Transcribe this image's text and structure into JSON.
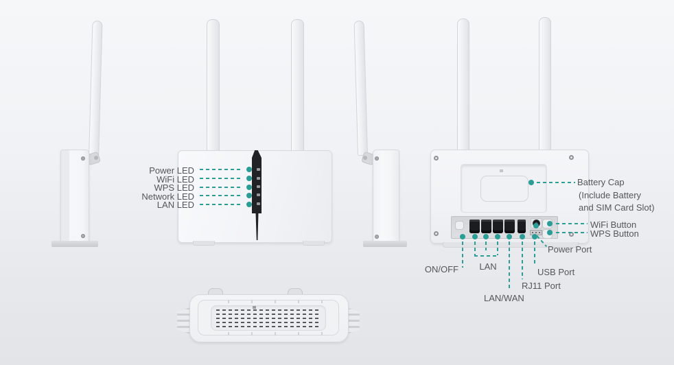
{
  "accent_color": "#2A9D96",
  "text_color": "#54565B",
  "led_callouts": {
    "items": [
      {
        "label": "Power LED",
        "icon": "power-led-icon"
      },
      {
        "label": "WiFi LED",
        "icon": "wifi-led-icon"
      },
      {
        "label": "WPS LED",
        "icon": "wps-led-icon"
      },
      {
        "label": "Network LED",
        "icon": "network-led-icon"
      },
      {
        "label": "LAN LED",
        "icon": "lan-led-icon"
      }
    ]
  },
  "back_callouts": {
    "battery_cap_line1": "Battery Cap",
    "battery_cap_line2": "(Include Battery",
    "battery_cap_line3": "and SIM Card Slot)",
    "wifi_button": "WiFi Button",
    "wps_button": "WPS Button",
    "power_port": "Power Port",
    "usb_port": "USB Port",
    "rj11_port": "RJ11 Port",
    "lan_wan": "LAN/WAN",
    "lan": "LAN",
    "on_off": "ON/OFF"
  }
}
